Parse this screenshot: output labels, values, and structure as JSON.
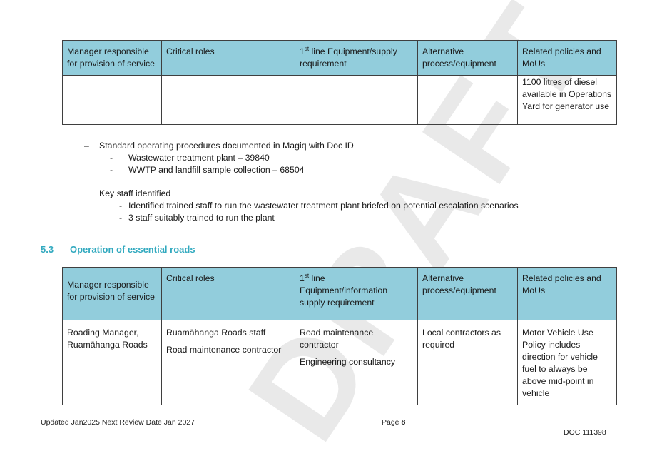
{
  "table_top": {
    "headers": [
      "Manager responsible for provision of service",
      "Critical roles",
      "line Equipment/supply requirement",
      "Alternative process/equipment",
      "Related policies and MoUs"
    ],
    "header_3_prefix": "1",
    "header_3_sup": "st",
    "row": [
      "",
      "",
      "",
      "",
      "1100 litres of diesel available in Operations Yard for generator use"
    ]
  },
  "sop": {
    "dash": "–",
    "title": "Standard operating procedures documented in Magiq with Doc ID",
    "sub_dash": "-",
    "items": [
      "Wastewater treatment plant – 39840",
      "WWTP and landfill sample collection – 68504"
    ]
  },
  "key_staff": {
    "title": "Key staff identified",
    "dash": "-",
    "items": [
      "Identified trained staff to run the wastewater treatment plant briefed on potential escalation scenarios",
      "3 staff suitably trained to run the plant"
    ]
  },
  "section": {
    "number": "5.3",
    "title": "Operation of essential roads"
  },
  "table_roads": {
    "headers": [
      "Manager responsible for provision of service",
      "Critical roles",
      "line Equipment/information supply requirement",
      "Alternative process/equipment",
      "Related policies and MoUs"
    ],
    "header_3_prefix": "1",
    "header_3_sup": "st",
    "row": {
      "manager": "Roading Manager, Ruamāhanga Roads",
      "critical_roles": [
        "Ruamāhanga Roads staff",
        "Road maintenance contractor"
      ],
      "equipment": [
        "Road maintenance contractor",
        "Engineering consultancy"
      ],
      "alternative": "Local contractors as required",
      "policies": "Motor Vehicle Use Policy includes direction for vehicle fuel to always be above mid-point in vehicle"
    }
  },
  "footer": {
    "left": "Updated Jan2025 Next Review Date Jan 2027",
    "page_label": "Page",
    "page_number": "8",
    "doc_id": "DOC 111398"
  },
  "watermark": "DRAFT"
}
